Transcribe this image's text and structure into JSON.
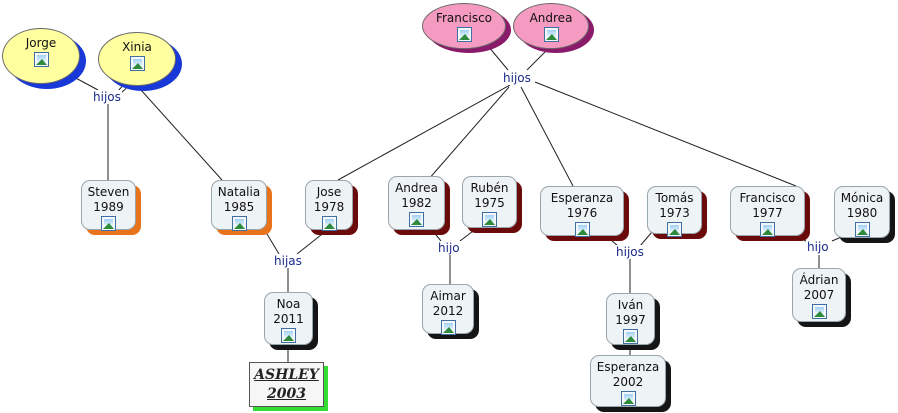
{
  "parents_left": {
    "p1": "Jorge",
    "p2": "Xinia",
    "link": "hijos"
  },
  "parents_top": {
    "p1": "Francisco",
    "p2": "Andrea",
    "link": "hijos"
  },
  "children": {
    "steven": {
      "name": "Steven",
      "year": "1989"
    },
    "natalia": {
      "name": "Natalia",
      "year": "1985"
    },
    "jose": {
      "name": "Jose",
      "year": "1978"
    },
    "andrea": {
      "name": "Andrea",
      "year": "1982"
    },
    "esperanza": {
      "name": "Esperanza",
      "year": "1976"
    },
    "francisco": {
      "name": "Francisco",
      "year": "1977"
    }
  },
  "spouses": {
    "ruben": {
      "name": "Rubén",
      "year": "1975"
    },
    "tomas": {
      "name": "Tomás",
      "year": "1973"
    },
    "monica": {
      "name": "Mónica",
      "year": "1980"
    }
  },
  "grandchildren": {
    "noa": {
      "name": "Noa",
      "year": "2011"
    },
    "aimar": {
      "name": "Aimar",
      "year": "2012"
    },
    "ivan": {
      "name": "Iván",
      "year": "1997"
    },
    "adrian": {
      "name": "Ádrian",
      "year": "2007"
    }
  },
  "great_grandchildren": {
    "esperanza2": {
      "name": "Esperanza",
      "year": "2002"
    },
    "ashley": {
      "name": "ASHLEY",
      "year": "2003"
    }
  },
  "links": {
    "hijas": "hijas",
    "hijo_andrea": "hijo",
    "hijos_esperanza": "hijos",
    "hijo_francisco": "hijo"
  },
  "colors": {
    "parents_left_fill": "#ffffa0",
    "parents_left_shadow": "#1838d8",
    "parents_top_fill": "#f59ac0",
    "parents_top_shadow": "#8a1a6a",
    "ashley_shadow": "#33dd33",
    "link_text": "#1a2a8a"
  }
}
